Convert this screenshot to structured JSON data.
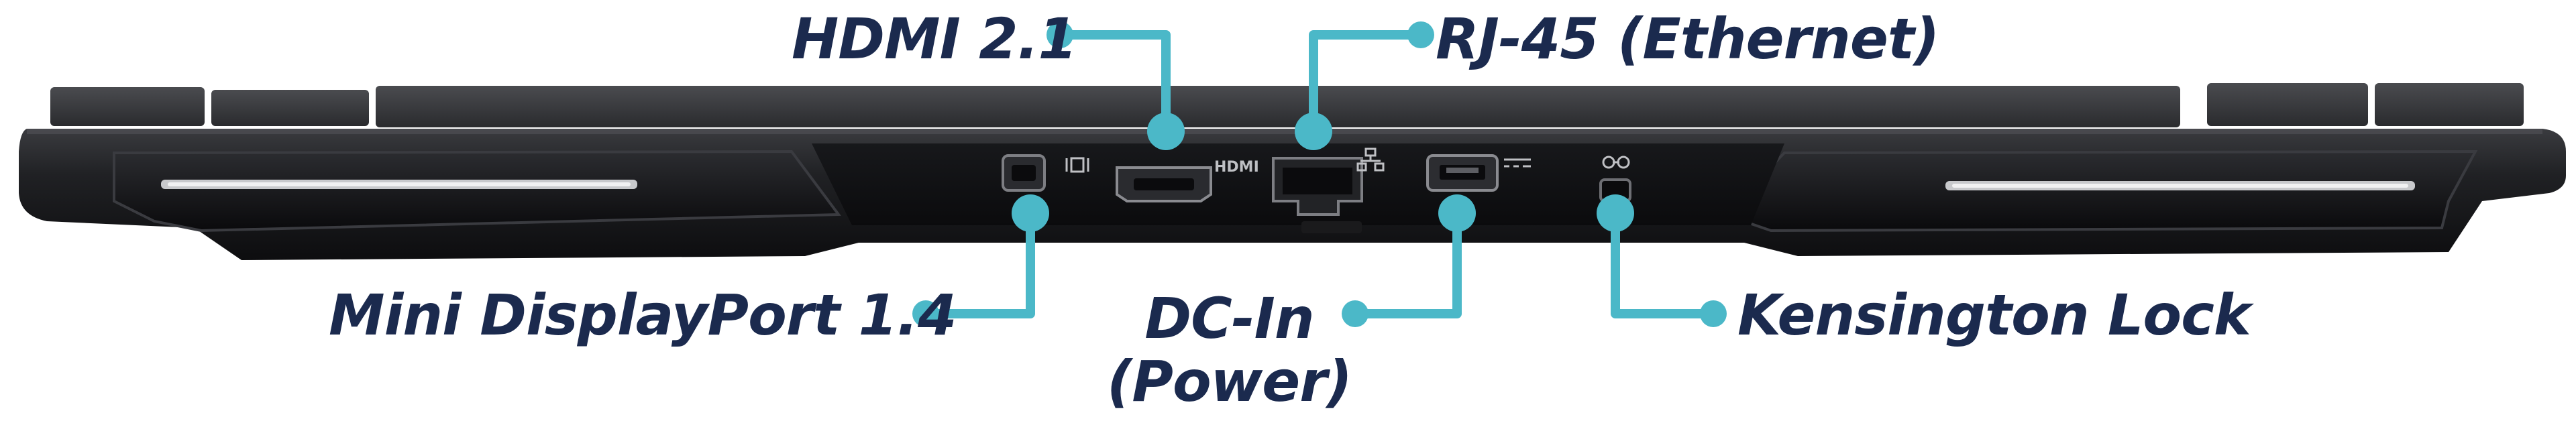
{
  "labels": {
    "hdmi": "HDMI 2.1",
    "rj45": "RJ-45 (Ethernet)",
    "mini_displayport": "Mini DisplayPort 1.4",
    "dc_in_line1": "DC-In",
    "dc_in_line2": "(Power)",
    "kensington": "Kensington Lock"
  },
  "port_markings": {
    "hdmi": "HDMI"
  },
  "icons": [
    "mini-displayport-icon",
    "ethernet-icon",
    "usb-power-icon",
    "kensington-lock-icon"
  ],
  "colors": {
    "callout_line": "#4bb8c8",
    "label_text": "#1b2a4e",
    "laptop_body": "#1c1d20",
    "background": "#ffffff"
  }
}
